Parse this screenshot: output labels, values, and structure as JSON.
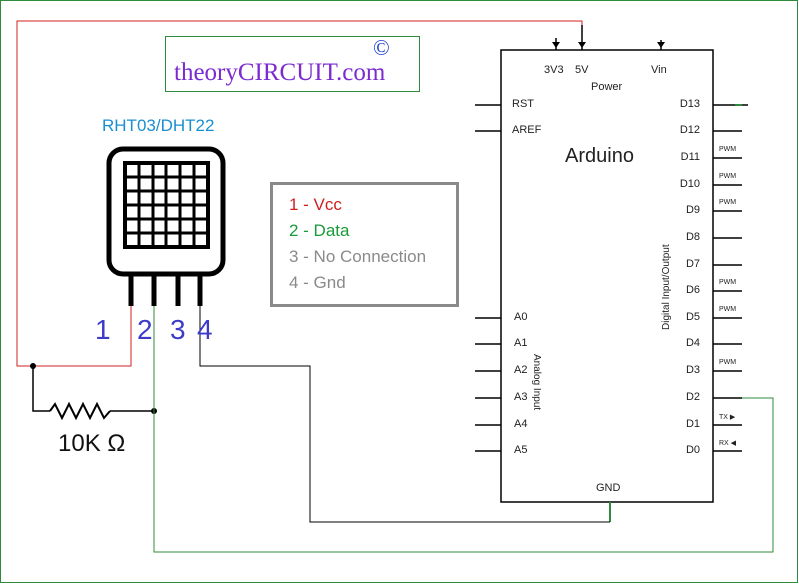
{
  "brand": {
    "copyright": "©",
    "prefix": "theory",
    "caps": "CIRCUIT",
    "suffix": ".com"
  },
  "sensor": {
    "label": "RHT03/DHT22",
    "pins": [
      "1",
      "2",
      "3",
      "4"
    ]
  },
  "legend": [
    {
      "text": "1 - Vcc",
      "color": "#d02020"
    },
    {
      "text": "2 - Data",
      "color": "#1a9a3a"
    },
    {
      "text": "3 - No Connection",
      "color": "#8a8a8a"
    },
    {
      "text": "4 - Gnd",
      "color": "#8a8a8a"
    }
  ],
  "resistor": {
    "label": "10K Ω"
  },
  "arduino": {
    "title": "Arduino",
    "power": {
      "label": "Power",
      "pins": [
        "3V3",
        "5V",
        "Vin"
      ]
    },
    "left_pins": [
      "RST",
      "AREF"
    ],
    "analog_pins": [
      "A0",
      "A1",
      "A2",
      "A3",
      "A4",
      "A5"
    ],
    "analog_label": "Analog Input",
    "digital_label": "Digital Input/Output",
    "right_pins": [
      "D13",
      "D12",
      "D11",
      "D10",
      "D9",
      "D8",
      "D7",
      "D6",
      "D5",
      "D4",
      "D3",
      "D2",
      "D1",
      "D0"
    ],
    "pwm_pins": [
      "D11",
      "D10",
      "D9",
      "D6",
      "D5",
      "D3"
    ],
    "pwm_label": "PWM",
    "tx_label": "TX ▶",
    "rx_label": "RX ◀",
    "gnd_label": "GND"
  },
  "colors": {
    "vcc_wire": "#d02020",
    "data_wire": "#2e8b3e",
    "gnd_wire": "#000000",
    "frame": "#2e8b3e"
  }
}
